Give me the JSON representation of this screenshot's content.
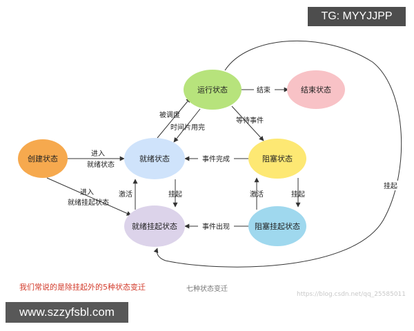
{
  "watermark_top": "TG: MYYJJPP",
  "watermark_bottom": "www.szzyfsbl.com",
  "note": "我们常说的是除挂起外的5种状态变迁",
  "caption": "七种状态变迁",
  "url_watermark": "https://blog.csdn.net/qq_25585011",
  "colors": {
    "create": "#f6a94e",
    "ready": "#cfe3fb",
    "running": "#b7e37c",
    "end": "#f8c2c6",
    "blocked": "#fde873",
    "ready_suspended": "#dcd3ea",
    "blocked_suspended": "#9fd8ee",
    "note": "#d23a2a"
  },
  "states": {
    "create": "创建状态",
    "ready": "就绪状态",
    "running": "运行状态",
    "end": "结束状态",
    "blocked": "阻塞状态",
    "ready_suspended": "就绪挂起状态",
    "blocked_suspended": "阻塞挂起状态"
  },
  "edges": {
    "create_to_ready": [
      "进入",
      "就绪状态"
    ],
    "create_to_ready_suspended": [
      "进入",
      "就绪挂起状态"
    ],
    "ready_to_running": "被调度",
    "running_to_ready": "时间片用完",
    "running_to_end": "结束",
    "running_to_blocked": "等待事件",
    "blocked_to_ready": "事件完成",
    "ready_to_ready_suspended": "挂起",
    "ready_suspended_to_ready": "激活",
    "blocked_to_blocked_suspended": "挂起",
    "blocked_suspended_to_blocked": "激活",
    "blocked_suspended_to_ready_suspended": "事件出现",
    "running_to_ready_suspended": "挂起"
  }
}
